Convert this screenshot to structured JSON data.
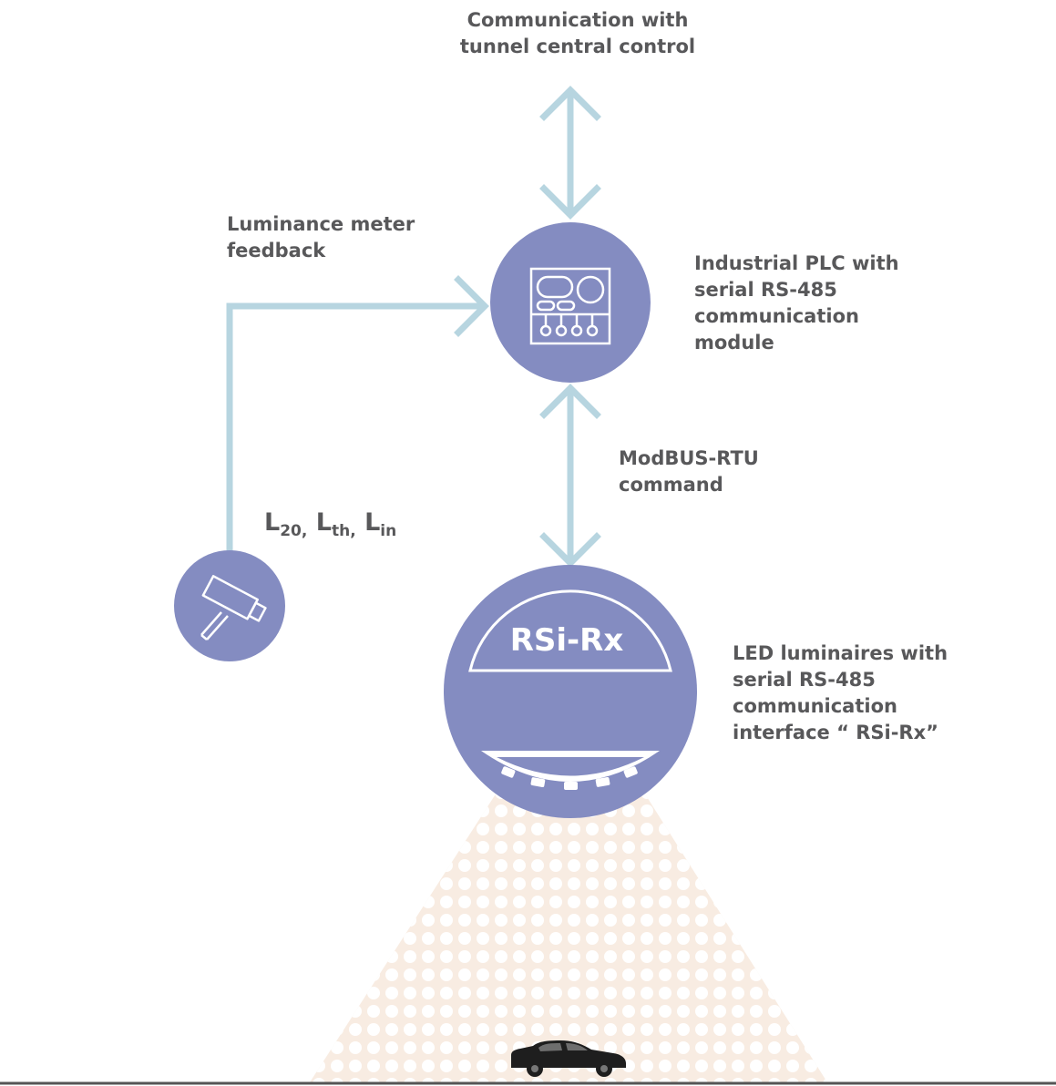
{
  "labels": {
    "communication": "Communication with\ntunnel central control",
    "luminance_feedback": "Luminance meter\nfeedback",
    "plc": "Industrial PLC with\nserial RS-485\ncommunication\nmodule",
    "modbus": "ModBUS-RTU\ncommand",
    "led": "LED luminaires with\nserial RS-485\ncommunication\ninterface “ RSi-Rx”",
    "luminaire_badge": "RSi-Rx"
  },
  "luminance_values": [
    {
      "base": "L",
      "sub": "20,"
    },
    {
      "base": "L",
      "sub": "th,"
    },
    {
      "base": "L",
      "sub": "in"
    }
  ],
  "colors": {
    "node_fill": "#848cc1",
    "connector": "#b7d5e0",
    "light_cone": "#f8ece2",
    "text": "#58585a",
    "ground": "#555555"
  },
  "icons": [
    "plc-icon",
    "camera-icon",
    "luminaire-icon",
    "car-icon"
  ]
}
